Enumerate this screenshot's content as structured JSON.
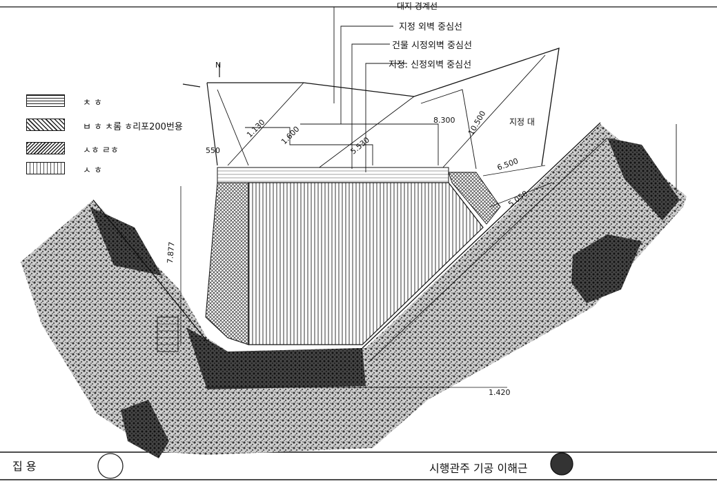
{
  "legend": [
    {
      "pattern": "horizontal",
      "label": "ㅊ  ㅎ"
    },
    {
      "pattern": "diagonal",
      "label": "ㅂ  ㅎ   ㅊ롬 ㅎ리포200번용"
    },
    {
      "pattern": "cross",
      "label": "ㅅㅎ ㄹㅎ"
    },
    {
      "pattern": "vertical",
      "label": "ㅅ  ㅎ"
    }
  ],
  "top_labels": [
    "대지 경계선",
    "지정 외벽 중심선",
    "건물 시정외벽 중심선",
    "지정. 신정외벽 중심선"
  ],
  "dimensions": {
    "d1": "8.300",
    "d2": "10.500",
    "d3": "6.500",
    "d4": "5.050",
    "d5": "7.877",
    "d6": "550",
    "d7": "1.130",
    "d8": "5.530",
    "d9": "1.600",
    "d10": "1.420"
  },
  "site_note": "지정 대",
  "north_mark": "N",
  "bottom": {
    "left_label": "집  용",
    "right_label": "시행관주  기공  이해근"
  },
  "colors": {
    "ink": "#111111",
    "paper": "#ffffff",
    "terrain": "#3a3a3a"
  }
}
